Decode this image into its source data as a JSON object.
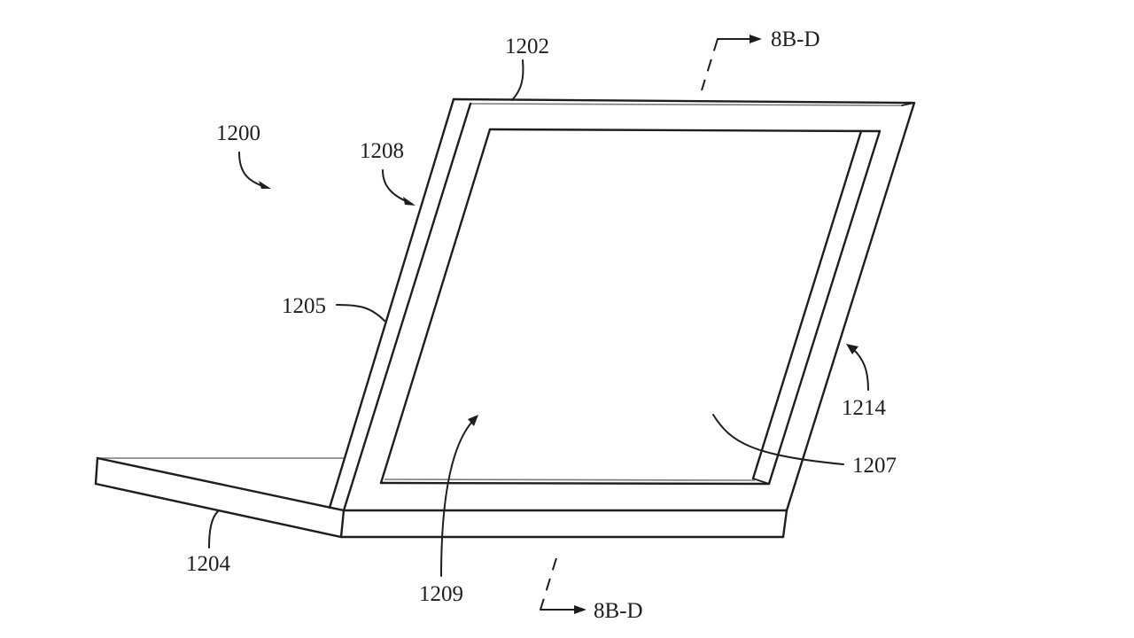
{
  "figure": {
    "type": "patent-drawing",
    "subject": "laptop with display housing and base, perspective view"
  },
  "labels": {
    "device": "1200",
    "display_housing_top": "1202",
    "base": "1204",
    "housing_side": "1205",
    "display_screen": "1207",
    "bezel": "1208",
    "screen_area": "1209",
    "housing_edge": "1214",
    "section_top": "8B-D",
    "section_bottom": "8B-D"
  },
  "colors": {
    "line": "#1e1e1e",
    "background": "#ffffff"
  }
}
